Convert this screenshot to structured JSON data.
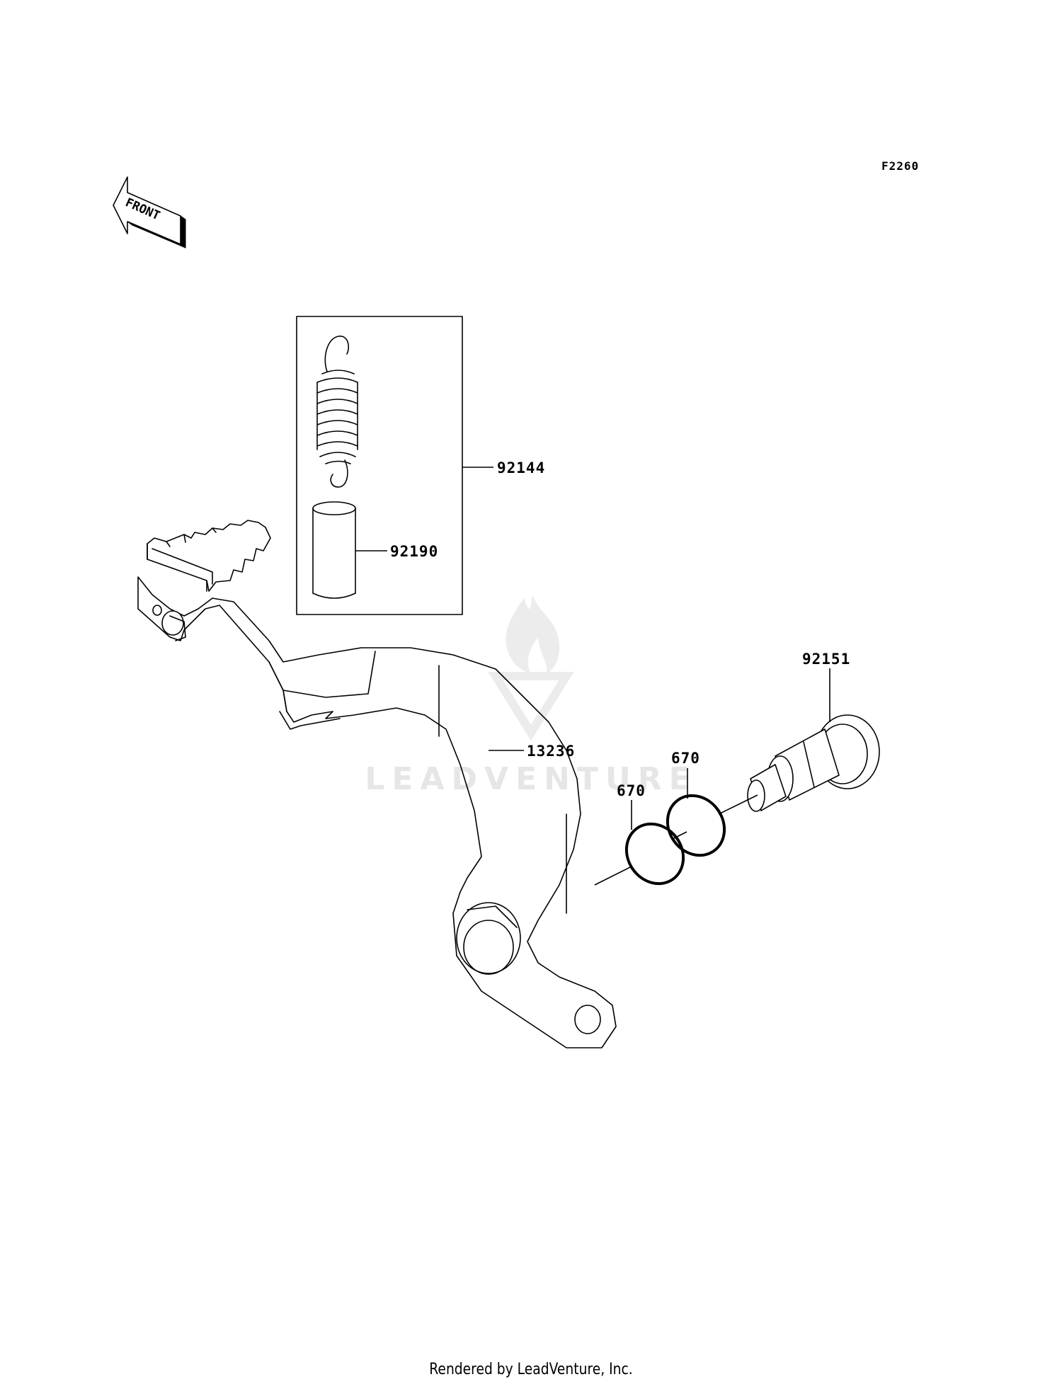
{
  "diagram": {
    "figure_code": "F2260",
    "front_marker": "FRONT",
    "watermark": "LEADVENTURE",
    "parts": [
      {
        "number": "92144"
      },
      {
        "number": "92190"
      },
      {
        "number": "13236"
      },
      {
        "number": "92151"
      },
      {
        "number": "670"
      },
      {
        "number": "670"
      }
    ],
    "footer": "Rendered by LeadVenture, Inc."
  }
}
